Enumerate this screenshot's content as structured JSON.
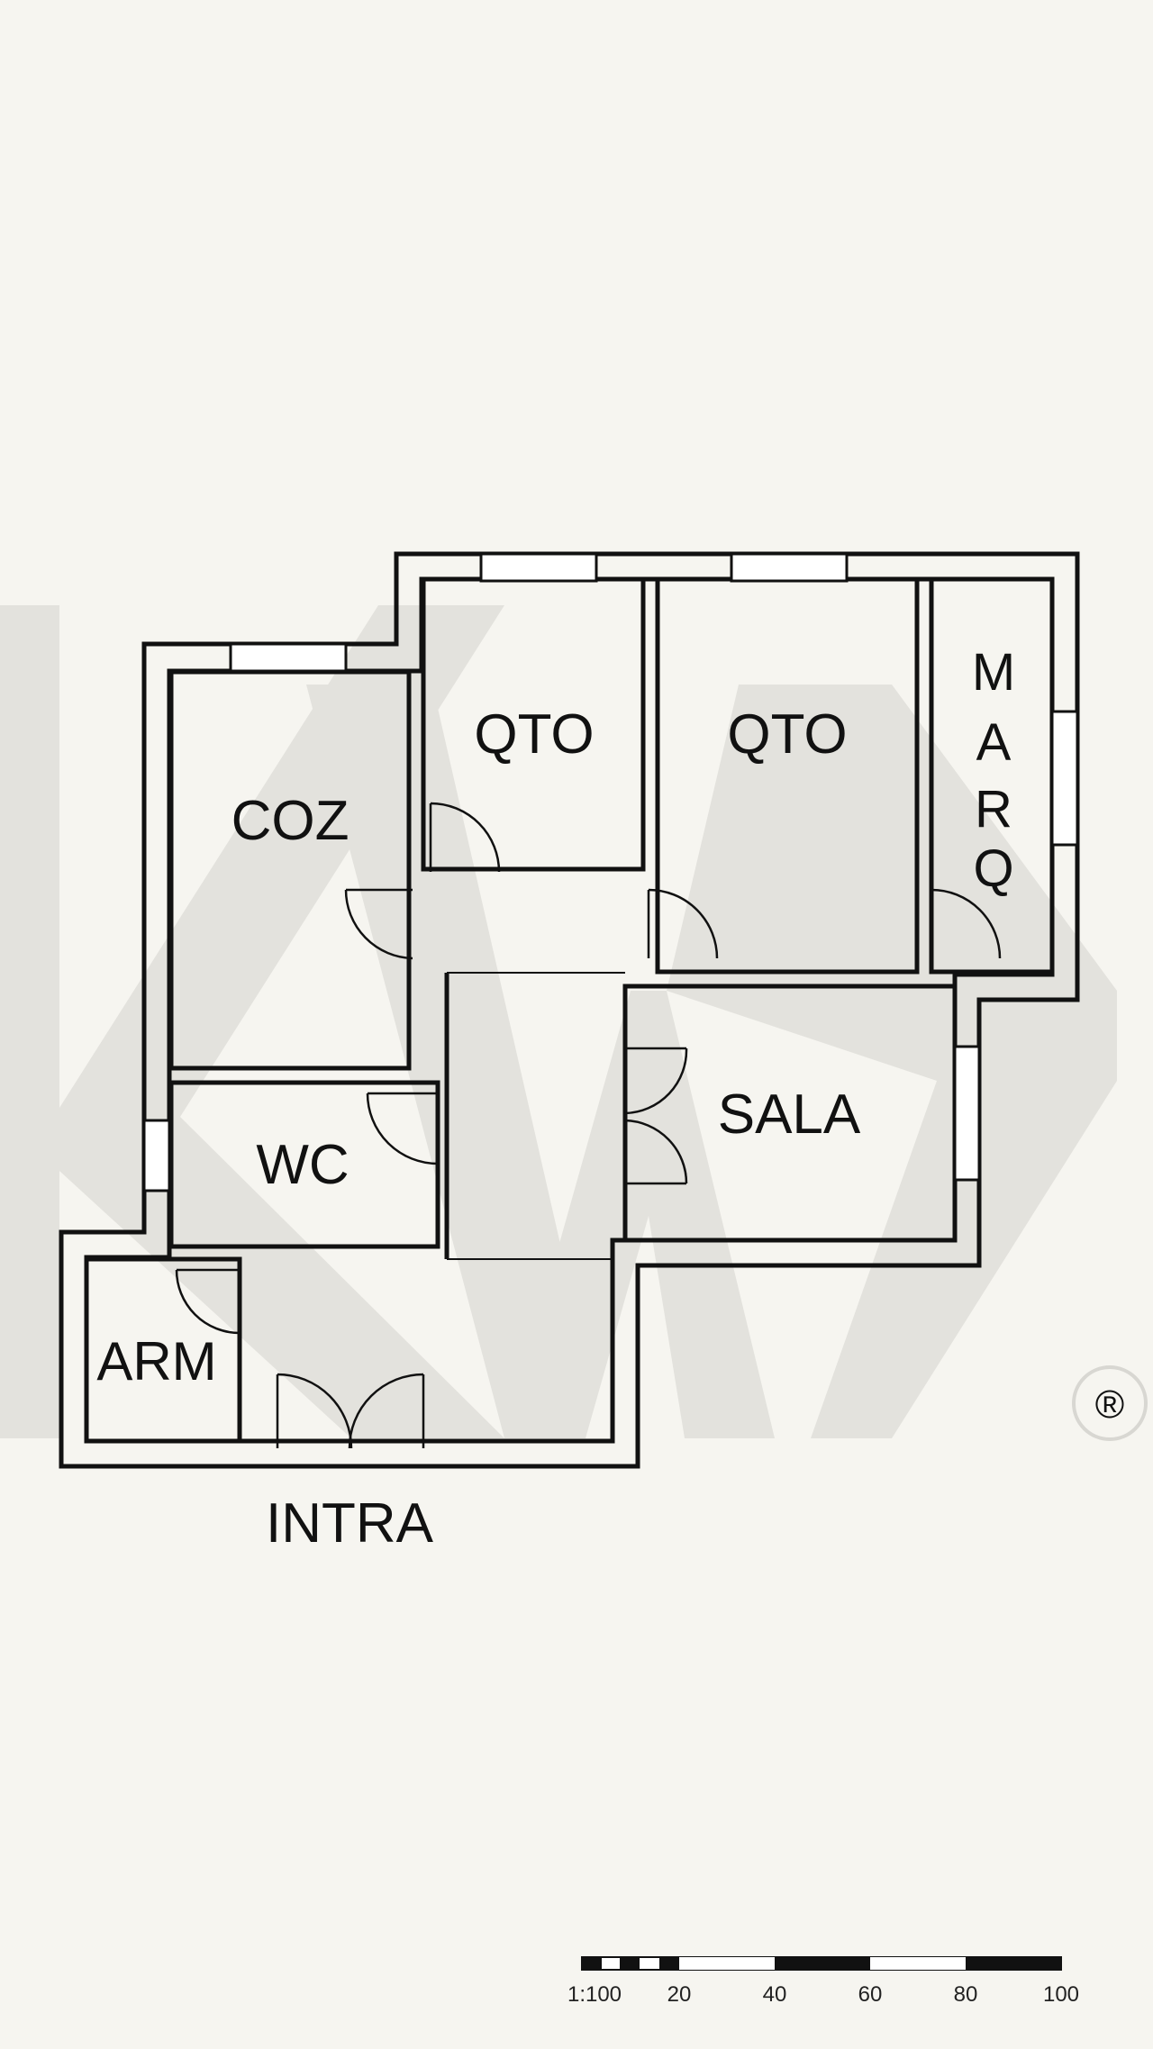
{
  "rooms": {
    "coz": "COZ",
    "qto1": "QTO",
    "qto2": "QTO",
    "marq": [
      "M",
      "A",
      "R",
      "Q"
    ],
    "sala": "SALA",
    "wc": "WC",
    "arm": "ARM",
    "intra": "INTRA"
  },
  "watermark": {
    "registered": "®"
  },
  "scale_bar": {
    "ratio": "1:100",
    "ticks": [
      "20",
      "40",
      "60",
      "80",
      "100"
    ]
  },
  "colors": {
    "background": "#f6f5f0",
    "wall": "#111111",
    "wall_fill": "#ffffff",
    "watermark": "#e2e1dc"
  }
}
